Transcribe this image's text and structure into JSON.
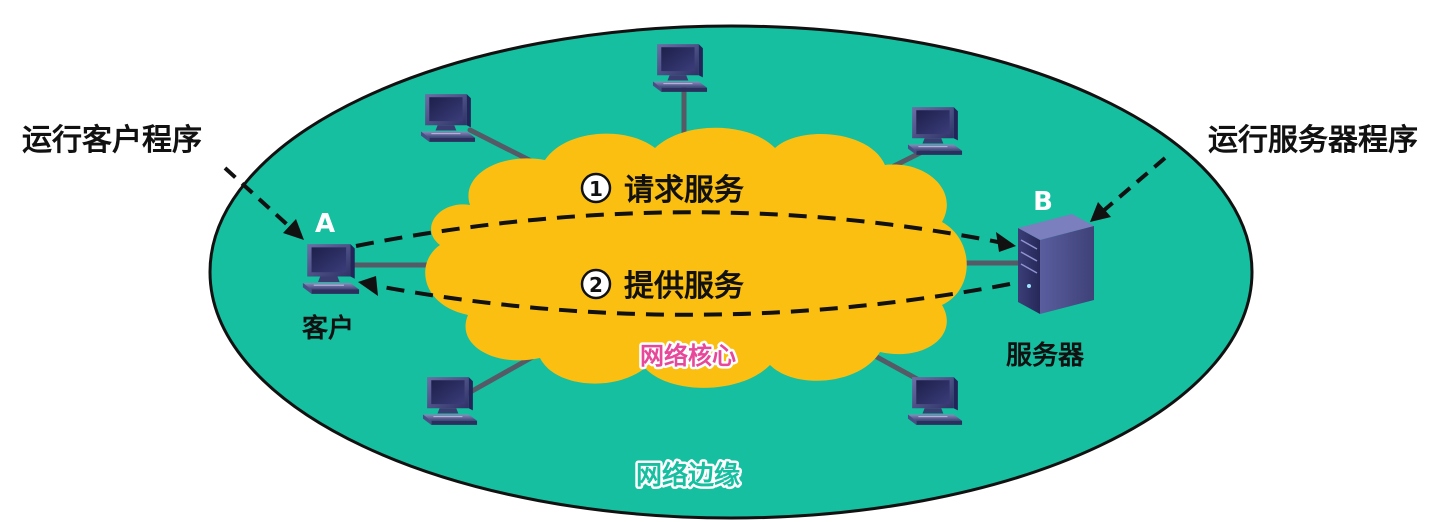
{
  "labels": {
    "client_program": "运行客户程序",
    "server_program": "运行服务器程序",
    "host_a": "A",
    "host_b": "B",
    "client": "客户",
    "server": "服务器",
    "request_num": "1",
    "request": "请求服务",
    "provide_num": "2",
    "provide": "提供服务",
    "core": "网络核心",
    "edge": "网络边缘"
  },
  "colors": {
    "edge_fill": "#15bfa0",
    "core_fill": "#fbbf12",
    "core_label": "#e8489a",
    "edge_label": "#15bfa0",
    "link_line": "#555a66",
    "arrow": "#111111"
  },
  "icons": {
    "peripheral_host": "desktop-computer-icon",
    "server": "server-tower-icon"
  }
}
